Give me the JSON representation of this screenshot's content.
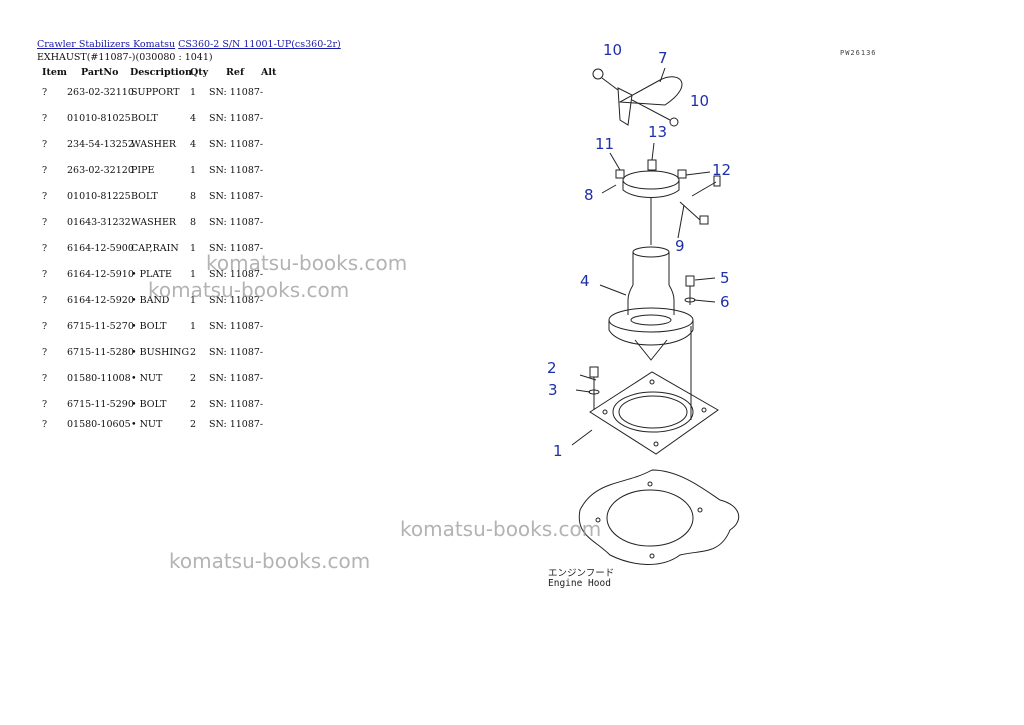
{
  "breadcrumb": {
    "link1": "Crawler Stabilizers Komatsu",
    "link2": "CS360-2 S/N 11001-UP(cs360-2r)"
  },
  "subtitle": "EXHAUST(#11087-)(030080 : 1041)",
  "headers": {
    "item": "Item",
    "partno": "PartNo",
    "description": "Description",
    "qty": "Qty",
    "ref": "Ref",
    "alt": "Alt"
  },
  "rows": [
    {
      "item": "?",
      "partno": "263-02-32110",
      "description": "SUPPORT",
      "qty": "1",
      "ref": "SN: 11087-"
    },
    {
      "item": "?",
      "partno": "01010-81025",
      "description": "BOLT",
      "qty": "4",
      "ref": "SN: 11087-"
    },
    {
      "item": "?",
      "partno": "234-54-13252",
      "description": "WASHER",
      "qty": "4",
      "ref": "SN: 11087-"
    },
    {
      "item": "?",
      "partno": "263-02-32120",
      "description": "PIPE",
      "qty": "1",
      "ref": "SN: 11087-"
    },
    {
      "item": "?",
      "partno": "01010-81225",
      "description": "BOLT",
      "qty": "8",
      "ref": "SN: 11087-"
    },
    {
      "item": "?",
      "partno": "01643-31232",
      "description": "WASHER",
      "qty": "8",
      "ref": "SN: 11087-"
    },
    {
      "item": "?",
      "partno": "6164-12-5900",
      "description": "CAP,RAIN",
      "qty": "1",
      "ref": "SN: 11087-"
    },
    {
      "item": "?",
      "partno": "6164-12-5910",
      "description": "• PLATE",
      "qty": "1",
      "ref": "SN: 11087-"
    },
    {
      "item": "?",
      "partno": "6164-12-5920",
      "description": "• BAND",
      "qty": "1",
      "ref": "SN: 11087-"
    },
    {
      "item": "?",
      "partno": "6715-11-5270",
      "description": "• BOLT",
      "qty": "1",
      "ref": "SN: 11087-"
    },
    {
      "item": "?",
      "partno": "6715-11-5280",
      "description": "• BUSHING",
      "qty": "2",
      "ref": "SN: 11087-"
    },
    {
      "item": "?",
      "partno": "01580-11008",
      "description": "• NUT",
      "qty": "2",
      "ref": "SN: 11087-"
    },
    {
      "item": "?",
      "partno": "6715-11-5290",
      "description": "• BOLT",
      "qty": "2",
      "ref": "SN: 11087-"
    },
    {
      "item": "?",
      "partno": "01580-10605",
      "description": "• NUT",
      "qty": "2",
      "ref": "SN: 11087-"
    }
  ],
  "watermarks": [
    "komatsu-books.com",
    "komatsu-books.com",
    "komatsu-books.com",
    "komatsu-books.com"
  ],
  "diagram": {
    "code": "PW26136",
    "callouts": [
      "10",
      "7",
      "10",
      "11",
      "13",
      "12",
      "8",
      "9",
      "4",
      "5",
      "6",
      "2",
      "3",
      "1"
    ],
    "caption_jp": "エンジンフード",
    "caption_en": "Engine Hood",
    "callout_color": "#1f2fa8"
  }
}
